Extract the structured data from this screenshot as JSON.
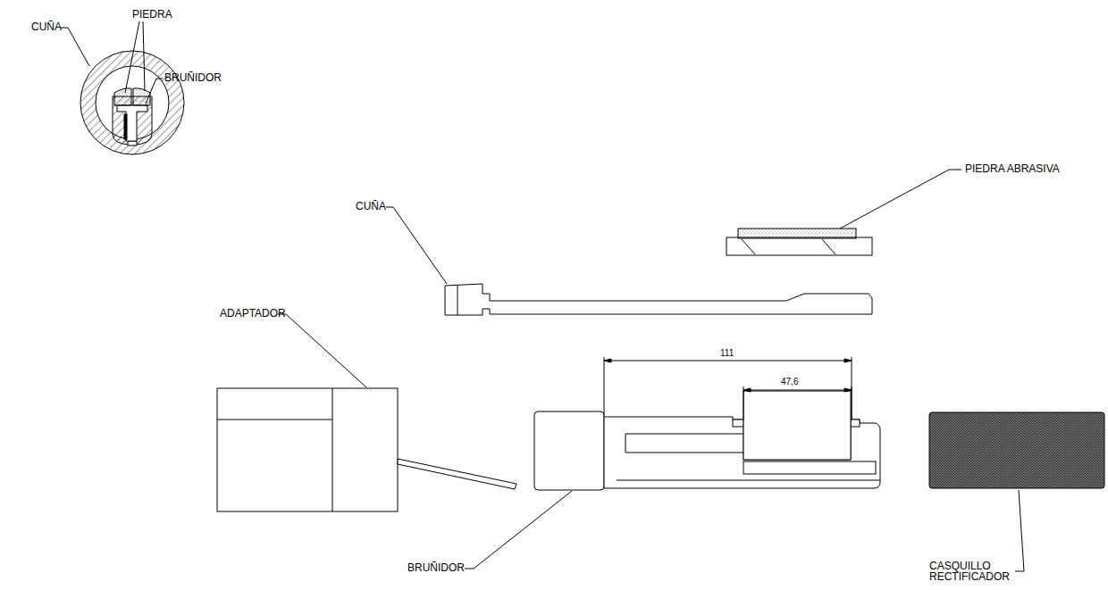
{
  "diagram": {
    "labels": [
      "PIEDRA",
      "CUÑA",
      "BRUÑIDOR",
      "PIEDRA ABRASIVA",
      "CUÑA",
      "ADAPTADOR",
      "111",
      "47,6",
      "BRUÑIDOR",
      "CASQUILLO RECTIFICADOR"
    ]
  }
}
